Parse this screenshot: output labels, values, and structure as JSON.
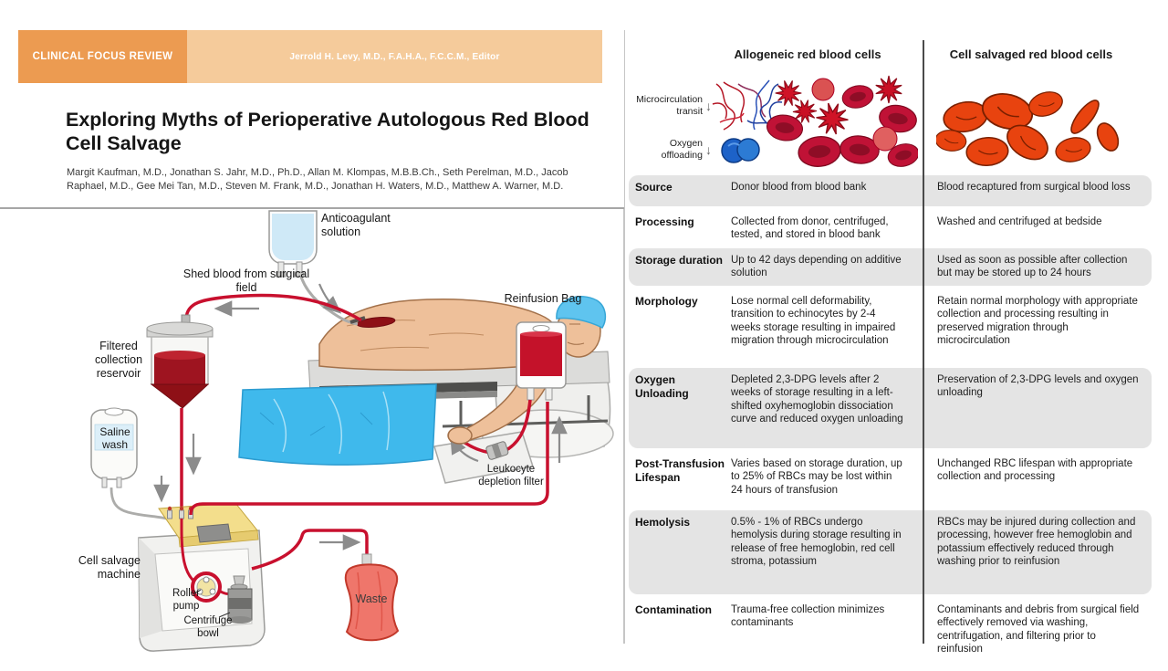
{
  "banner": {
    "kicker": "CLINICAL FOCUS REVIEW",
    "editor": "Jerrold H. Levy, M.D., F.A.H.A., F.C.C.M., Editor"
  },
  "article": {
    "title_line1": "Exploring Myths of Perioperative Autologous Red Blood",
    "title_line2": "Cell Salvage",
    "authors": "Margit Kaufman, M.D., Jonathan S. Jahr, M.D., Ph.D., Allan M. Klompas, M.B.B.Ch., Seth Perelman, M.D., Jacob Raphael, M.D., Gee Mei Tan, M.D., Steven M. Frank, M.D., Jonathan H. Waters, M.D., Matthew A. Warner, M.D."
  },
  "diagram": {
    "labels": {
      "anticoagulant": "Anticoagulant solution",
      "shed_blood": "Shed blood from surgical field",
      "reservoir": "Filtered collection reservoir",
      "saline": "Saline wash",
      "machine": "Cell salvage machine",
      "roller_pump": "Roller pump",
      "centrifuge_bowl": "Centrifuge bowl",
      "waste": "Waste",
      "reinfusion_bag": "Reinfusion Bag",
      "leukocyte_filter": "Leukocyte depletion filter"
    }
  },
  "comparison": {
    "columns": [
      {
        "title": "Allogeneic red blood cells"
      },
      {
        "title": "Cell salvaged red blood cells"
      }
    ],
    "illustration_labels": {
      "microcirculation": "Microcirculation transit",
      "oxygen": "Oxygen offloading",
      "down_arrow": "↓"
    },
    "rows": [
      {
        "label": "Source",
        "shaded": true,
        "allogeneic": "Donor blood from blood bank",
        "cell_salvaged": "Blood recaptured from surgical blood loss"
      },
      {
        "label": "Processing",
        "shaded": false,
        "allogeneic": "Collected from donor, centrifuged, tested, and stored in blood bank",
        "cell_salvaged": "Washed and centrifuged at bedside"
      },
      {
        "label": "Storage duration",
        "shaded": true,
        "allogeneic": "Up to 42 days depending on additive solution",
        "cell_salvaged": "Used as soon as possible after collection but may be stored up to 24 hours"
      },
      {
        "label": "Morphology",
        "shaded": false,
        "allogeneic": "Lose normal cell deformability, transition to echinocytes by 2-4 weeks storage resulting in impaired migration through microcirculation",
        "cell_salvaged": "Retain normal morphology with appropriate collection and processing resulting in preserved migration through microcirculation"
      },
      {
        "label": "Oxygen Unloading",
        "shaded": true,
        "allogeneic": "Depleted 2,3-DPG levels after 2 weeks of storage resulting in a left-shifted oxyhemoglobin dissociation curve and reduced oxygen unloading",
        "cell_salvaged": "Preservation of 2,3-DPG levels and oxygen unloading"
      },
      {
        "label": "Post-Transfusion Lifespan",
        "shaded": false,
        "allogeneic": "Varies based on storage duration, up to 25% of RBCs may be lost within 24 hours of transfusion",
        "cell_salvaged": "Unchanged RBC lifespan with appropriate collection and processing"
      },
      {
        "label": "Hemolysis",
        "shaded": true,
        "allogeneic": "0.5% - 1% of RBCs undergo hemolysis during storage resulting in release of free hemoglobin, red cell stroma, potassium",
        "cell_salvaged": "RBCs may be injured during collection and processing, however free hemoglobin and potassium effectively reduced through washing prior to reinfusion"
      },
      {
        "label": "Contamination",
        "shaded": false,
        "allogeneic": "Trauma-free collection minimizes contaminants",
        "cell_salvaged": "Contaminants and debris from surgical field effectively removed via washing, centrifugation, and filtering prior to reinfusion"
      }
    ]
  },
  "colors": {
    "banner_dark": "#EC9B51",
    "banner_light": "#F5CB9B",
    "row_shade": "#E4E4E4",
    "tube_red": "#C8102E",
    "allogeneic_red": "#C01236",
    "salvaged_red": "#E8430F",
    "drape_blue": "#3FB9EC",
    "machine_yellow": "#F3DE8C",
    "waste_pink": "#EF766B",
    "oxygen_blue": "#1D62C8"
  }
}
